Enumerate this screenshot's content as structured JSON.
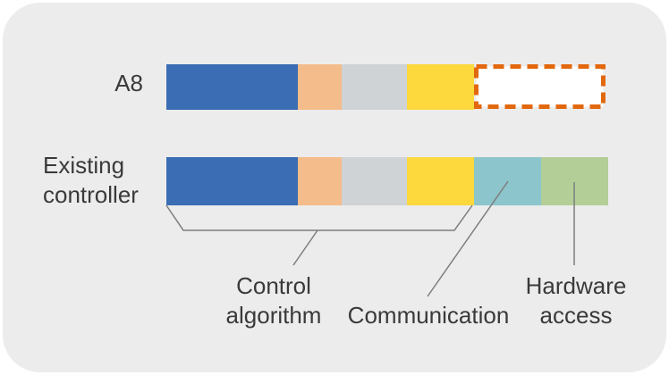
{
  "card": {
    "page_bg": "#ffffff",
    "card_bg": "#ececec"
  },
  "colors": {
    "connector": "#7d7d7d",
    "text": "#3a3a3a"
  },
  "bars": [
    {
      "label": "A8",
      "segments": [
        {
          "name": "a8-blue-segment",
          "color": "#3a6db3",
          "width": 147
        },
        {
          "name": "a8-orange-segment",
          "color": "#f4bc8a",
          "width": 49
        },
        {
          "name": "a8-gray-segment",
          "color": "#cfd3d5",
          "width": 73
        },
        {
          "name": "a8-yellow-segment",
          "color": "#fdd93d",
          "width": 75
        }
      ],
      "missing_box": {
        "name": "missing-capability-box",
        "width": 147,
        "border_color": "#e2680e",
        "fill": "#ffffff"
      }
    },
    {
      "label": "Existing\ncontroller",
      "segments": [
        {
          "name": "existing-blue-segment",
          "color": "#3a6db3",
          "width": 147
        },
        {
          "name": "existing-orange-segment",
          "color": "#f4bc8a",
          "width": 49
        },
        {
          "name": "existing-gray-segment",
          "color": "#cfd3d5",
          "width": 73
        },
        {
          "name": "existing-yellow-segment",
          "color": "#fdd93d",
          "width": 75
        },
        {
          "name": "existing-teal-segment",
          "color": "#8cc5cc",
          "width": 75
        },
        {
          "name": "existing-green-segment",
          "color": "#b3cf97",
          "width": 75
        }
      ]
    }
  ],
  "annotations": [
    {
      "label": "Control\nalgorithm"
    },
    {
      "label": "Communication"
    },
    {
      "label": "Hardware\naccess"
    }
  ]
}
